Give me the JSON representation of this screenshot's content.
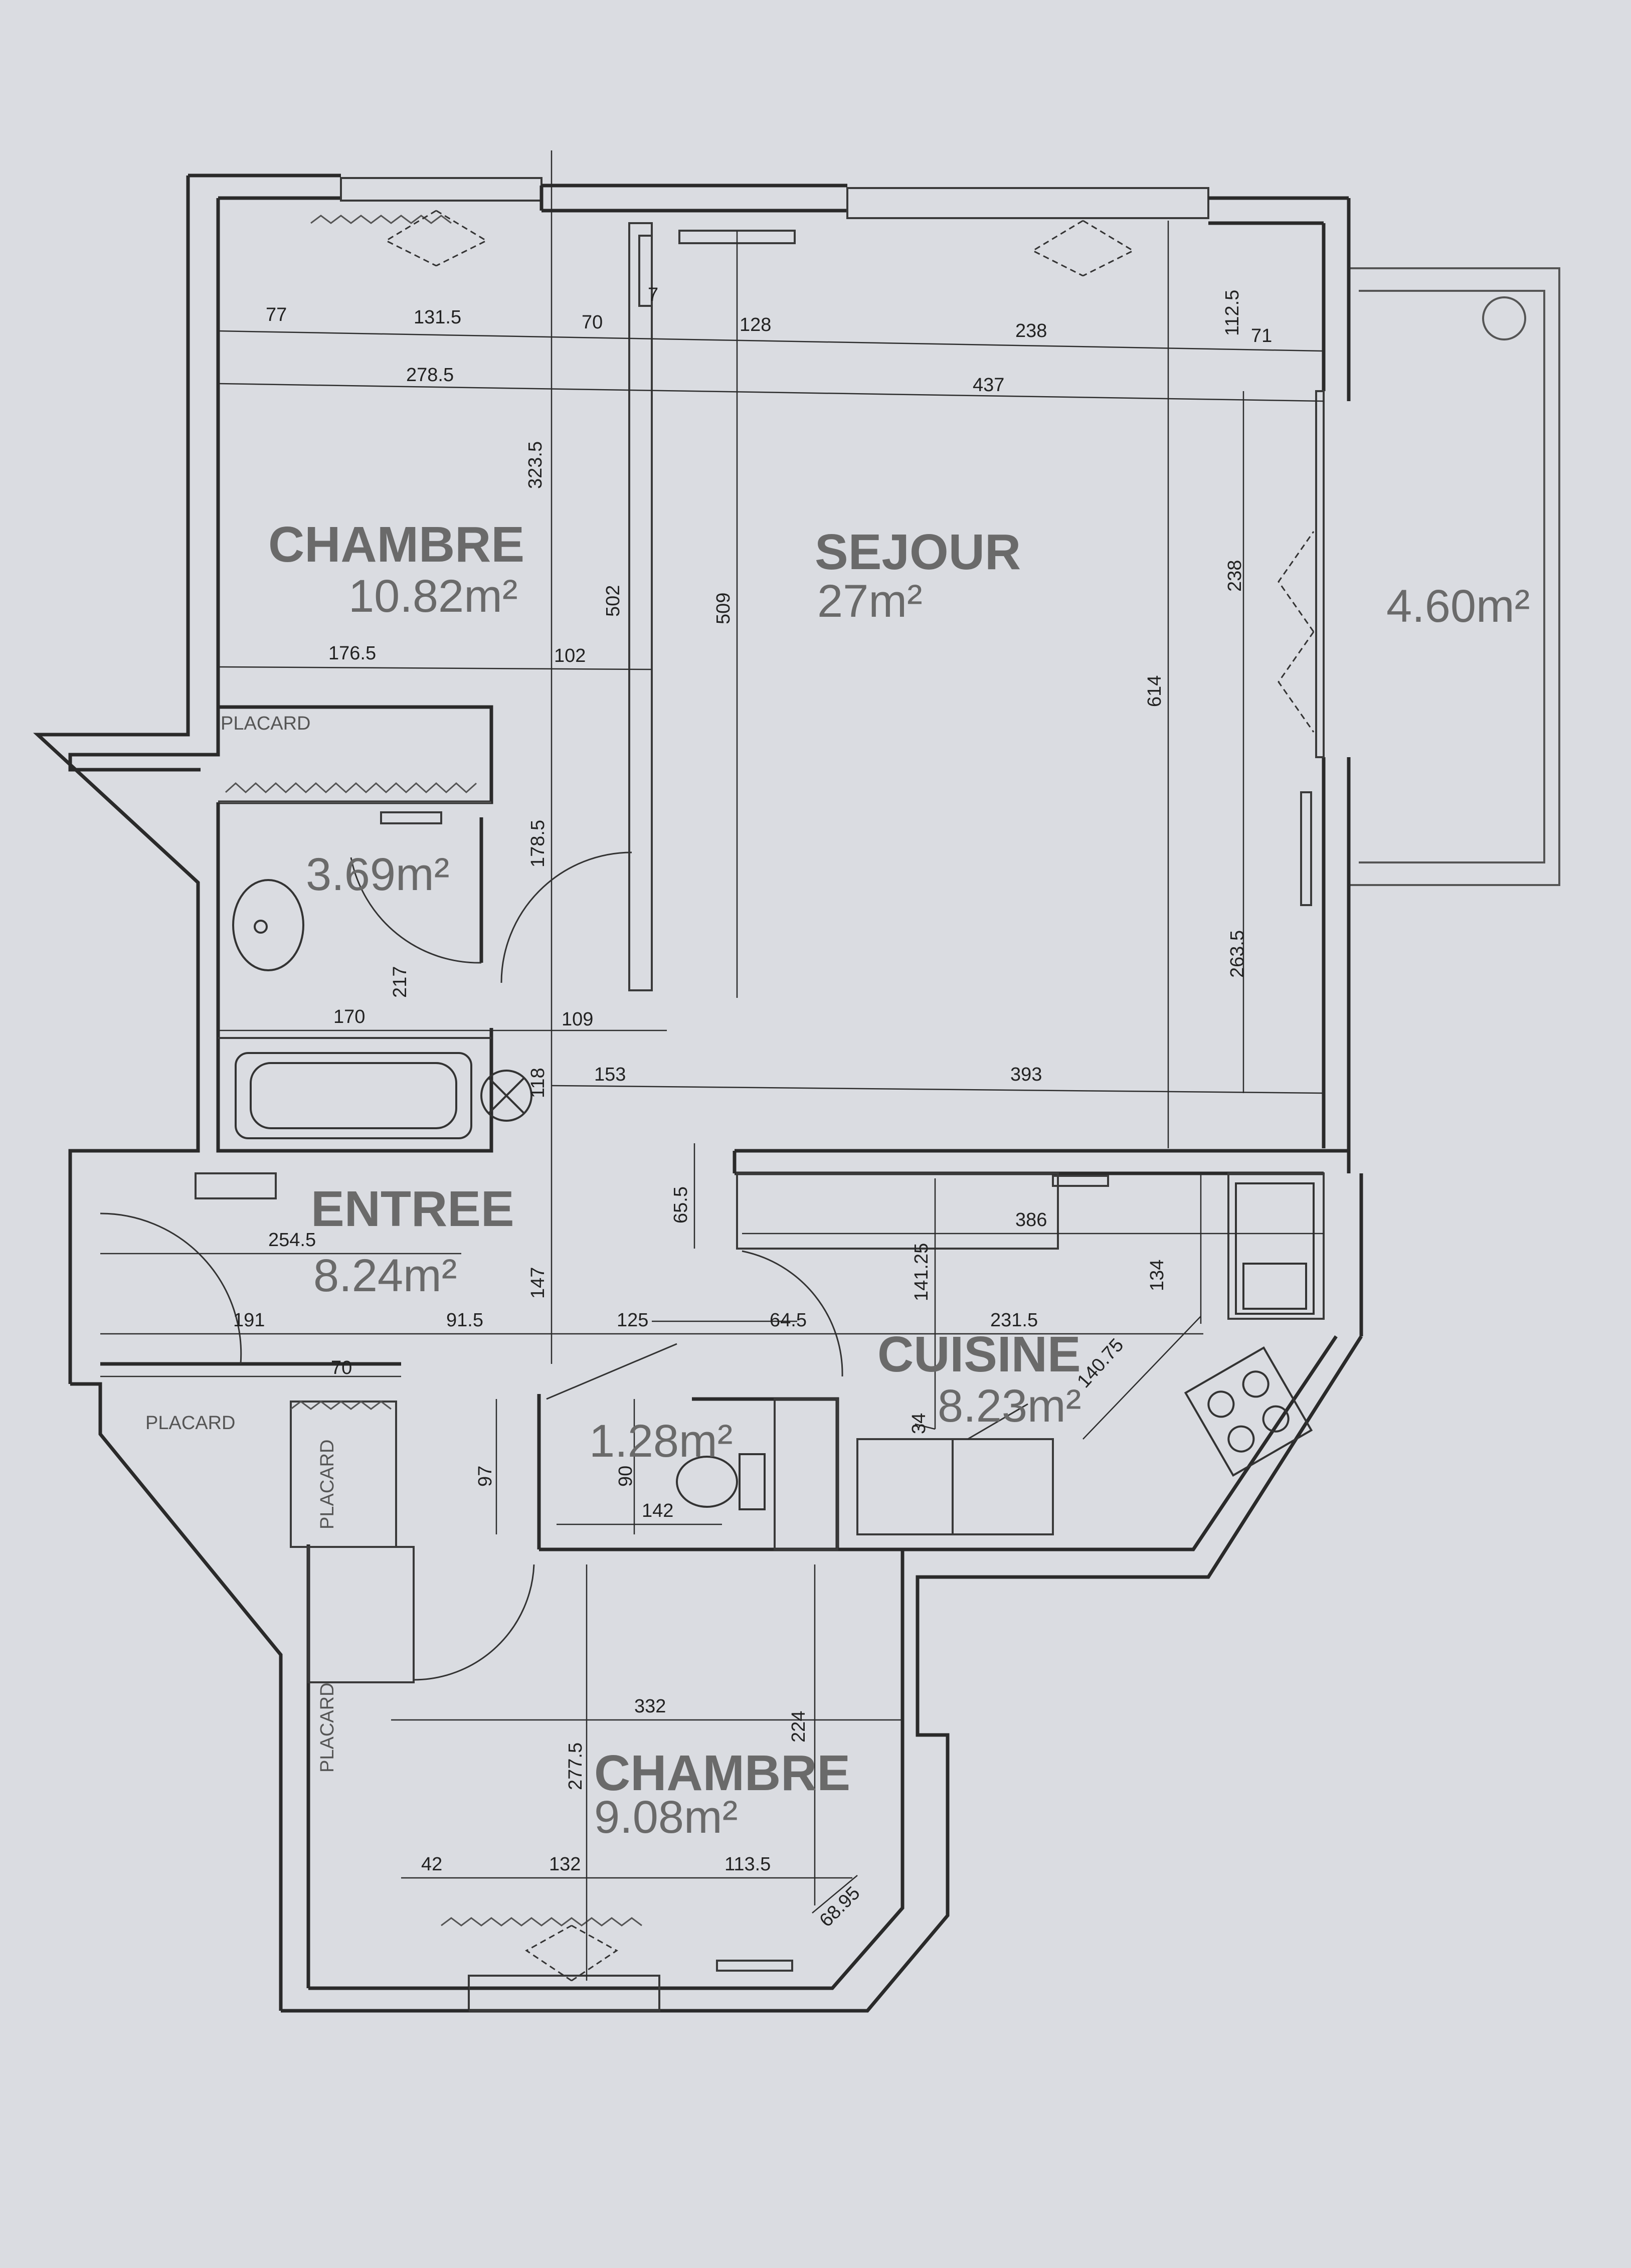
{
  "rooms": {
    "chambre1": {
      "name": "CHAMBRE",
      "area": "10.82m²"
    },
    "sejour": {
      "name": "SEJOUR",
      "area": "27m²"
    },
    "balcony": {
      "area": "4.60m²"
    },
    "bathroom": {
      "area": "3.69m²"
    },
    "entree": {
      "name": "ENTREE",
      "area": "8.24m²"
    },
    "cuisine": {
      "name": "CUISINE",
      "area": "8.23m²"
    },
    "wc": {
      "area": "1.28m²"
    },
    "chambre2": {
      "name": "CHAMBRE",
      "area": "9.08m²"
    }
  },
  "placards": [
    "PLACARD",
    "PLACARD",
    "PLACARD",
    "PLACARD"
  ],
  "dimensions": {
    "top_row": [
      "77",
      "131.5",
      "70",
      "128",
      "238",
      "112.5",
      "71"
    ],
    "row2": [
      "278.5",
      "437"
    ],
    "v_323_5": "323.5",
    "v_502": "502",
    "v_509": "509",
    "v_614": "614",
    "v_238": "238",
    "row_176": [
      "176.5",
      "102"
    ],
    "v_178_5": "178.5",
    "v_217": "217",
    "row_170": [
      "170",
      "109"
    ],
    "v_263_5": "263.5",
    "row_153": [
      "153",
      "393"
    ],
    "v_118": "118",
    "v_65_5": "65.5",
    "h_386": "386",
    "v_141_25": "141.25",
    "v_134": "134",
    "h_254_5": "254.5",
    "v_147": "147",
    "row_191": [
      "191",
      "91.5",
      "125",
      "64.5",
      "231.5"
    ],
    "diag_140_75": "140.75",
    "h_70": "70",
    "v_34": "34",
    "v_97": "97",
    "v_90": "90",
    "h_142": "142",
    "h_332": "332",
    "v_277_5": "277.5",
    "v_224": "224",
    "row_42": [
      "42",
      "132",
      "113.5"
    ],
    "diag_68_95": "68.95",
    "corner_7": "7"
  }
}
